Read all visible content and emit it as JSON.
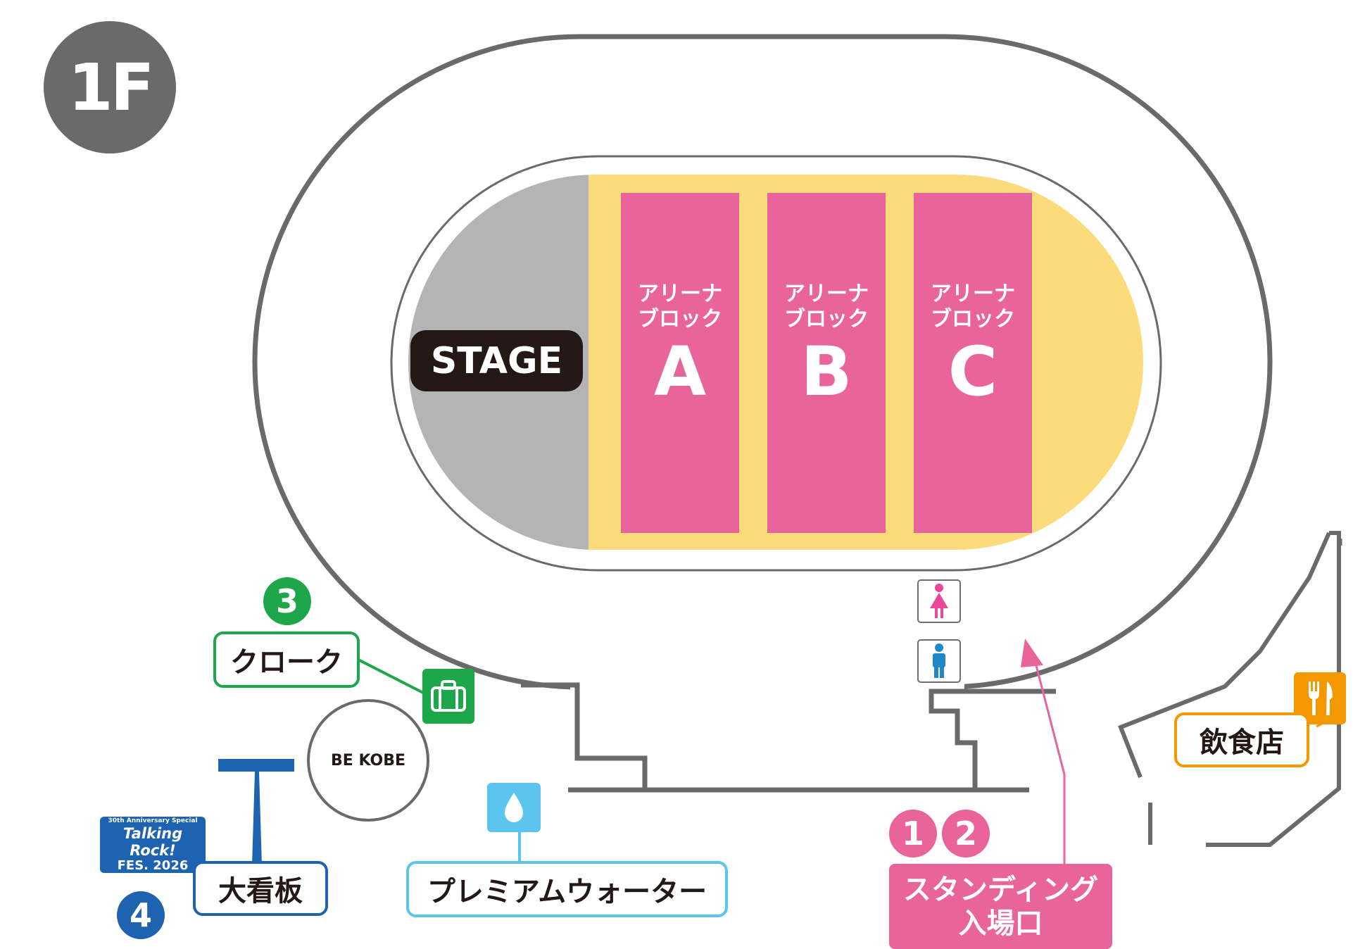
{
  "floor": {
    "label": "1F"
  },
  "stage": {
    "label": "STAGE"
  },
  "arena_blocks": [
    {
      "line1": "アリーナ",
      "line2": "ブロック",
      "letter": "A"
    },
    {
      "line1": "アリーナ",
      "line2": "ブロック",
      "letter": "B"
    },
    {
      "line1": "アリーナ",
      "line2": "ブロック",
      "letter": "C"
    }
  ],
  "facilities": {
    "cloak": {
      "number": "3",
      "label": "クローク"
    },
    "billboard": {
      "number": "4",
      "label": "大看板"
    },
    "water": {
      "label": "プレミアムウォーター"
    },
    "food": {
      "label": "飲食店"
    },
    "entrance": {
      "numbers": [
        "1",
        "2"
      ],
      "line1": "スタンディング",
      "line2": "入場口"
    },
    "be_kobe": {
      "label": "BE KOBE"
    }
  },
  "fes_logo": {
    "line1": "30th Anniversary Special",
    "line2": "Talking Rock!",
    "line3": "FES. 2026"
  },
  "colors": {
    "track": "#6b6a6a",
    "stage": "#b4b4b4",
    "standing_area": "#fcdb7d",
    "block": "#e8649a",
    "cloak": "#1ea64a",
    "billboard": "#1e63b0",
    "water": "#5bc4ef",
    "food": "#f39800",
    "entrance": "#e8649a",
    "female": "#e8479a",
    "male": "#1e88c8"
  },
  "icons": {
    "cloak": "luggage-icon",
    "water": "water-drop-icon",
    "food": "fork-knife-icon",
    "female": "female-restroom-icon",
    "male": "male-restroom-icon"
  }
}
